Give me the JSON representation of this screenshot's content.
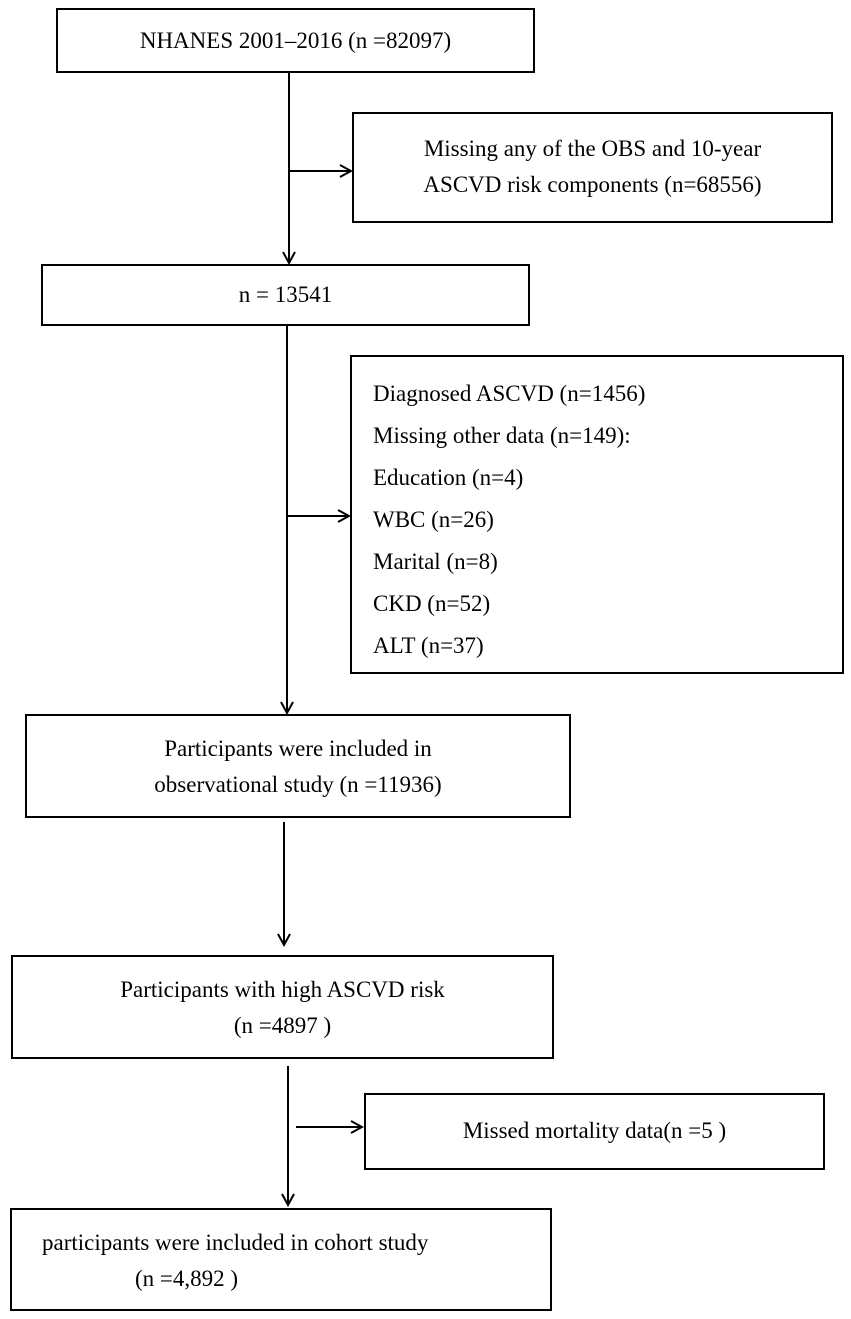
{
  "flowchart": {
    "start": {
      "lines": [
        "NHANES 2001–2016 (n =82097)"
      ]
    },
    "exclusion1": {
      "lines": [
        "Missing any of the OBS and 10-year",
        "ASCVD risk components (n=68556)"
      ]
    },
    "step2": {
      "lines": [
        "n = 13541"
      ]
    },
    "exclusion2": {
      "lines": [
        "Diagnosed ASCVD (n=1456)",
        "Missing other data (n=149):",
        "Education (n=4)",
        "WBC (n=26)",
        "Marital (n=8)",
        "CKD (n=52)",
        "ALT (n=37)"
      ]
    },
    "observational": {
      "lines": [
        "Participants were included in",
        "observational study (n =11936)"
      ]
    },
    "high_risk": {
      "lines": [
        "Participants with high ASCVD risk",
        "(n =4897 )"
      ]
    },
    "exclusion3": {
      "lines": [
        "Missed mortality data(n =5 )"
      ]
    },
    "cohort": {
      "lines": [
        "participants were included in cohort study",
        "(n =4,892 )"
      ]
    }
  },
  "style": {
    "stroke_color": "#000000",
    "background": "#ffffff"
  }
}
